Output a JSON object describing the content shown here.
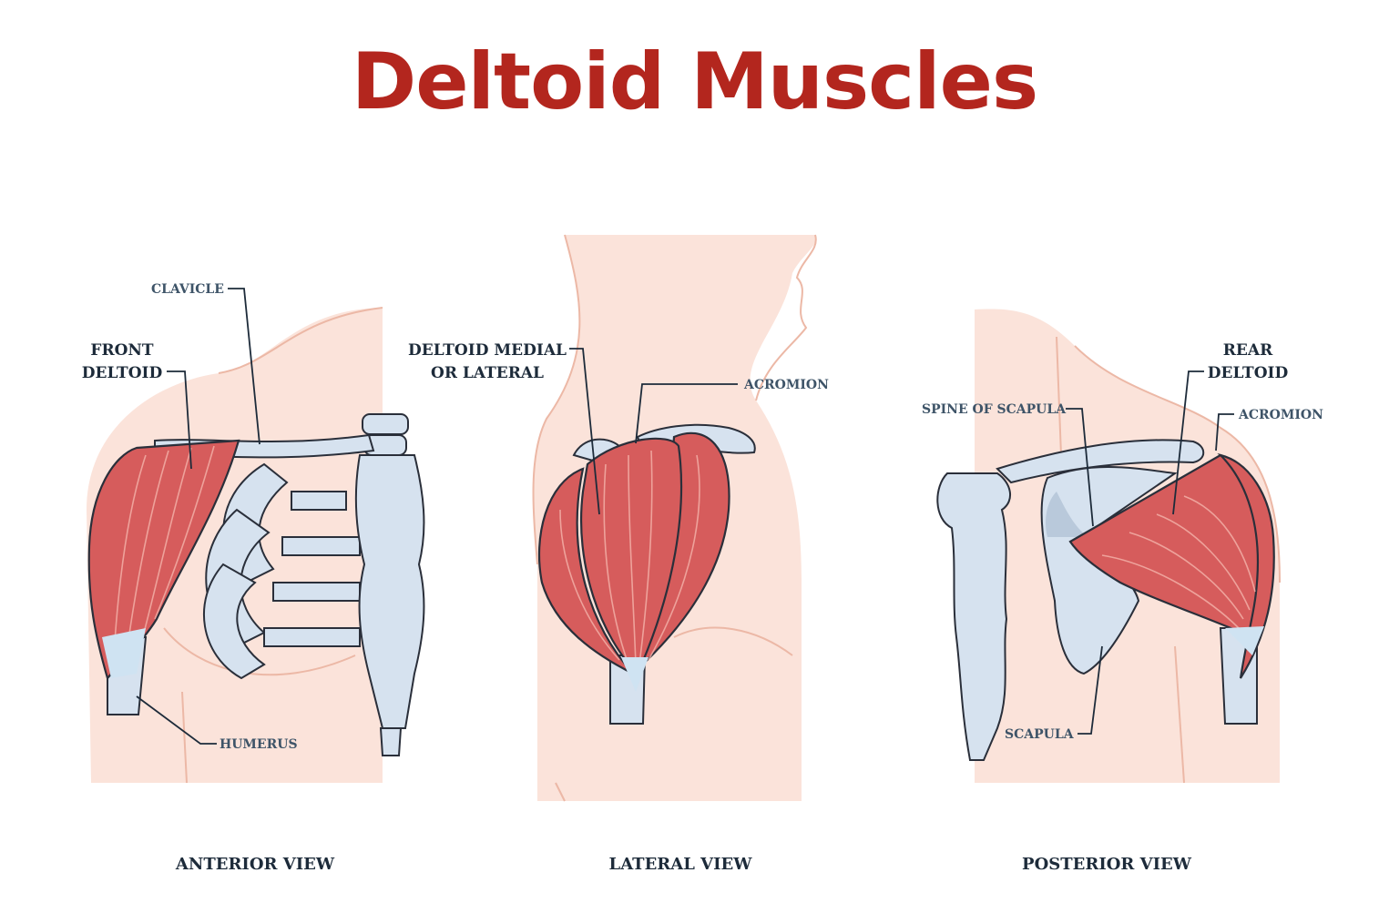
{
  "title": "Deltoid Muscles",
  "anterior": {
    "clavicle": "CLAVICLE",
    "front_deltoid_line1": "FRONT",
    "front_deltoid_line2": "DELTOID",
    "humerus": "HUMERUS",
    "view": "ANTERIOR VIEW"
  },
  "lateral": {
    "medial_line1": "DELTOID MEDIAL",
    "medial_line2": "OR LATERAL",
    "acromion": "ACROMION",
    "view": "LATERAL VIEW"
  },
  "posterior": {
    "rear_line1": "REAR",
    "rear_line2": "DELTOID",
    "spine": "SPINE OF SCAPULA",
    "acromion": "ACROMION",
    "scapula": "SCAPULA",
    "view": "POSTERIOR VIEW"
  },
  "colors": {
    "title": "#b3261e",
    "muscle": "#d65c5c",
    "bone": "#d6e2ef",
    "skin": "#fbe3da"
  }
}
